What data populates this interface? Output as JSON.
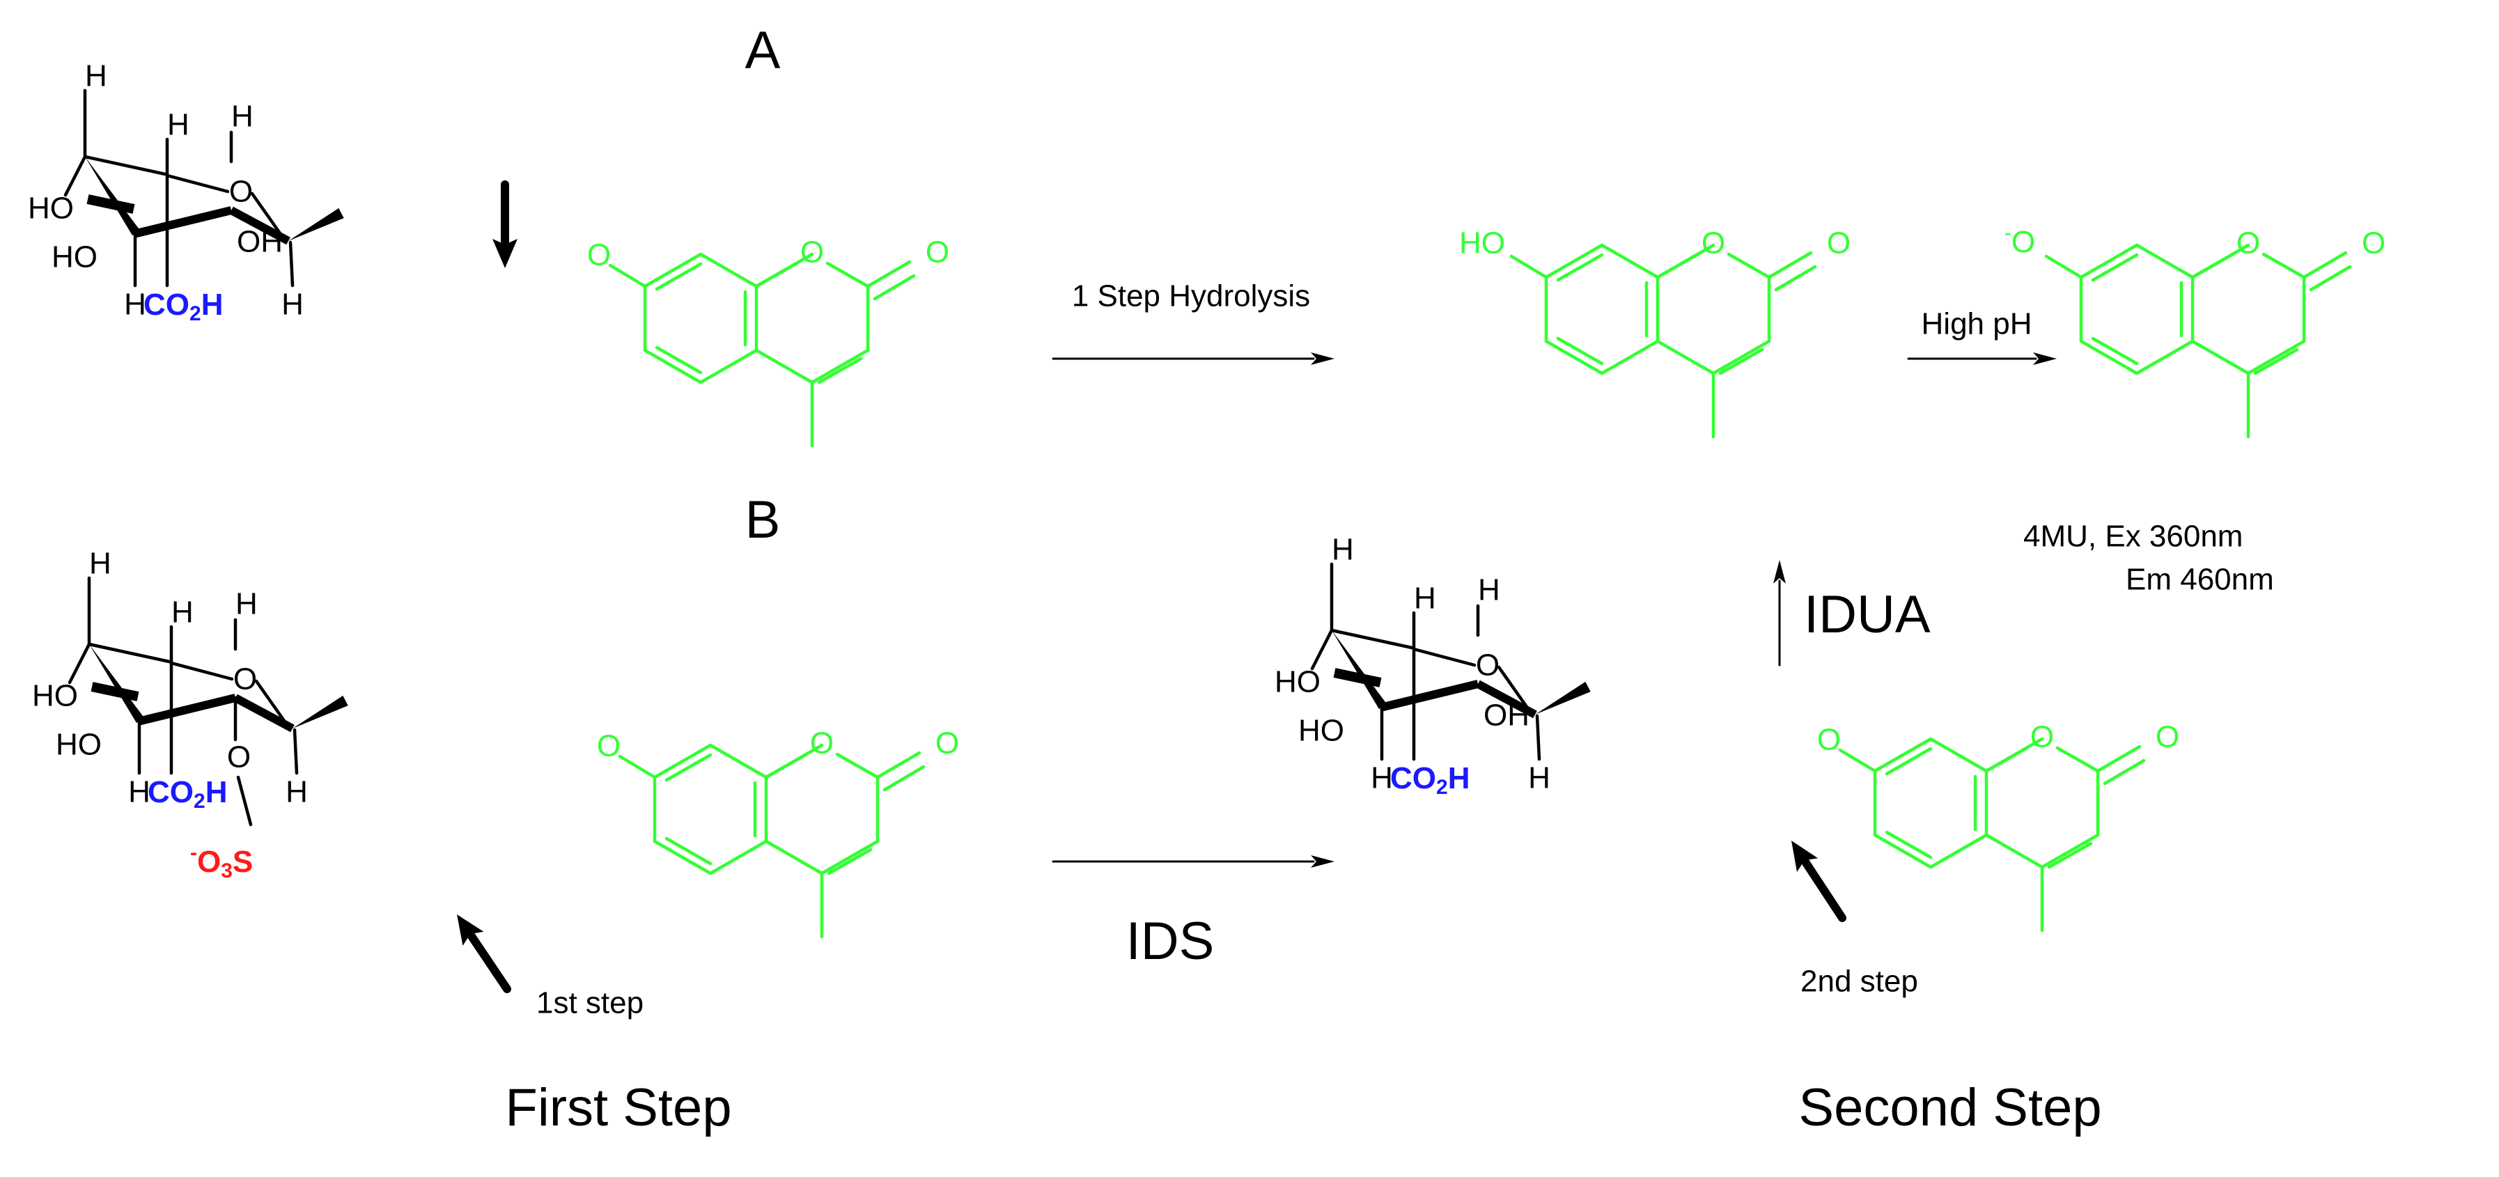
{
  "colors": {
    "sugar": "#000000",
    "coumarin": "#33ff33",
    "carboxyl": "#1a1aff",
    "sulfate": "#ff1a1a"
  },
  "labels": {
    "a": "A",
    "b": "B",
    "hydrolysis": "1 Step Hydrolysis",
    "high_ph": "High pH",
    "idua": "IDUA",
    "ids": "IDS",
    "first_step_title": "First Step",
    "second_step_title": "Second Step",
    "first_step_note": "1st step",
    "second_step_note": "2nd step",
    "fluor_name": "4MU,  Ex 360nm",
    "fluor_em": "Em 460nm"
  },
  "atoms": {
    "h": "H",
    "ho": "HO",
    "oh": "OH",
    "o": "O",
    "co": "CO",
    "sub2": "2",
    "sub3": "3",
    "s": "S",
    "minus": "-"
  }
}
